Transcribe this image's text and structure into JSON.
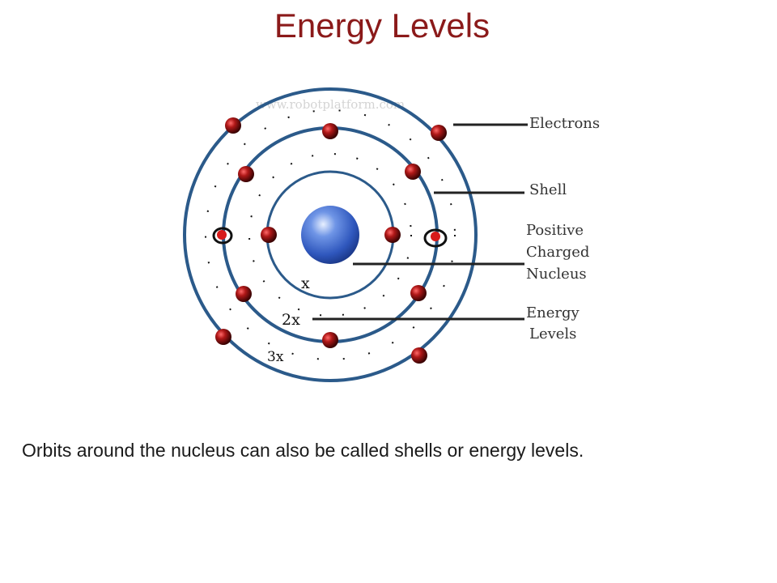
{
  "slide": {
    "title": "Energy Levels",
    "caption": "Orbits around the nucleus can also be called shells or energy levels."
  },
  "diagram": {
    "watermark": "www.robotplatform.com",
    "labels": {
      "electrons": "Electrons",
      "shell": "Shell",
      "nucleus_line1": "Positive",
      "nucleus_line2": "Charged",
      "nucleus_line3": "Nucleus",
      "energy_line1": "Energy",
      "energy_line2": "Levels"
    },
    "shell_marks": {
      "inner": "x",
      "middle": "2x",
      "outer": "3x"
    },
    "colors": {
      "shell_ring": "#2b5a8a",
      "electron": "#8a0d0d",
      "nucleus": "#3b66c8",
      "title": "#8b1a1a",
      "highlight": "#111111"
    }
  }
}
